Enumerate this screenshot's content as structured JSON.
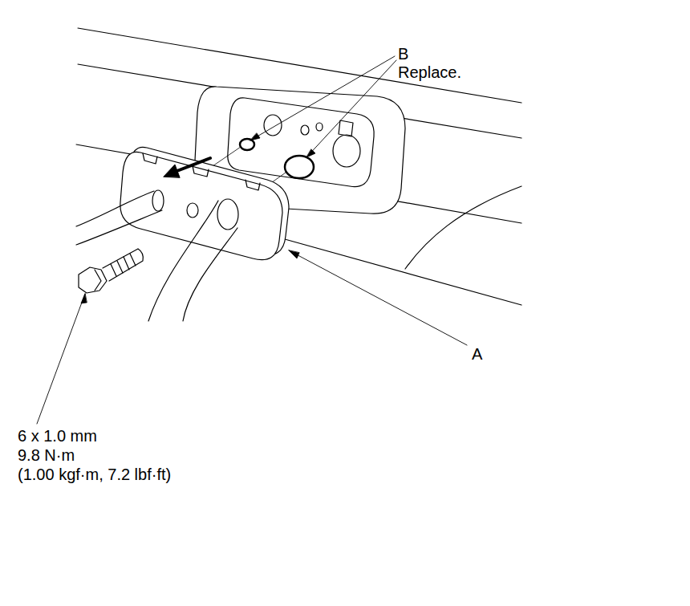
{
  "diagram": {
    "labels": [
      "B",
      "Replace.",
      "A",
      "6 x 1.0 mm",
      "9.8 N·m",
      "(1.00 kgf·m, 7.2 lbf·ft)"
    ]
  }
}
